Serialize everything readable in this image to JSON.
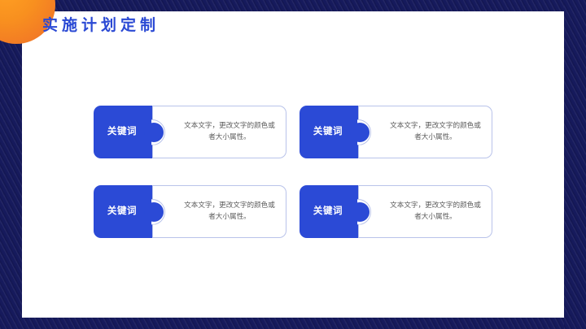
{
  "slide": {
    "title": "实施计划定制",
    "title_color": "#2a49d4",
    "background_color": "#ffffff",
    "frame_color": "#161a5c",
    "accent_blue": "#2b4ad6",
    "accent_orange": "#f8901f",
    "card_border_color": "#b9c3ea",
    "body_text_color": "#5a5a5a"
  },
  "cards": [
    {
      "key_label": "关键词",
      "body_text": "文本文字，更改文字的颜色或者大小属性。"
    },
    {
      "key_label": "关键词",
      "body_text": "文本文字，更改文字的颜色或者大小属性。"
    },
    {
      "key_label": "关键词",
      "body_text": "文本文字，更改文字的颜色或者大小属性。"
    },
    {
      "key_label": "关键词",
      "body_text": "文本文字，更改文字的颜色或者大小属性。"
    }
  ]
}
